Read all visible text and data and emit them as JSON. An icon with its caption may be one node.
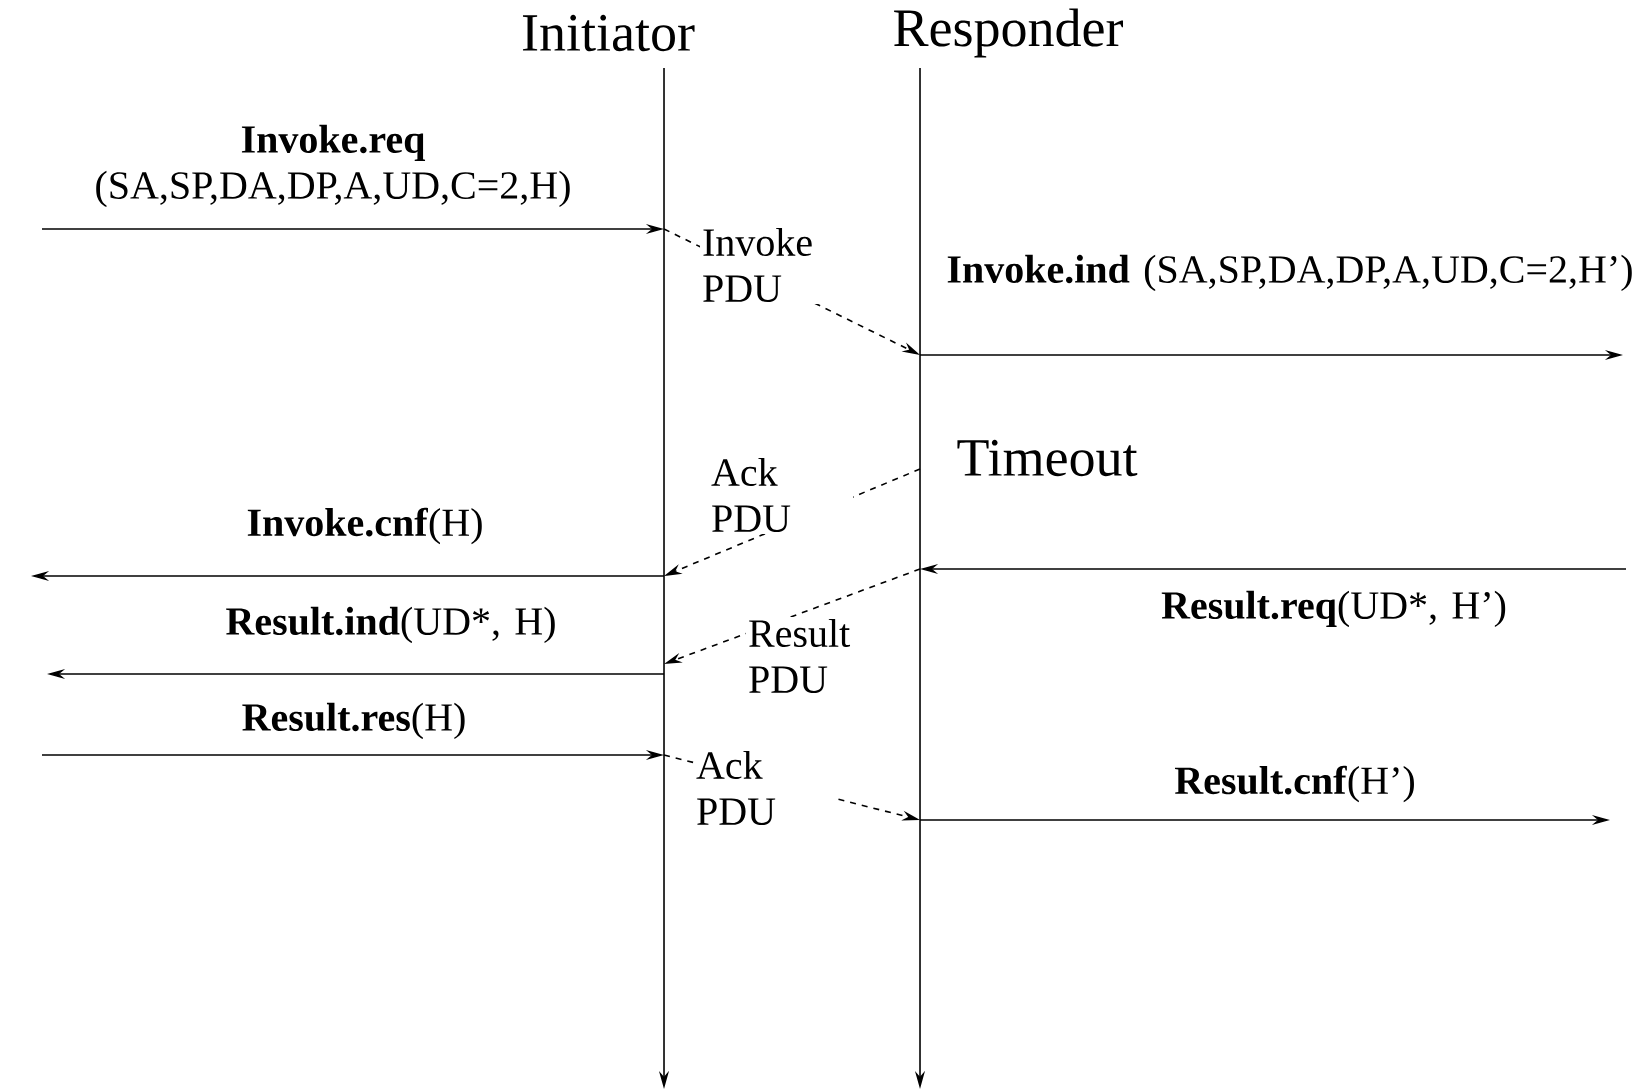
{
  "diagram": {
    "nodes": [
      {
        "text": [
          "Initiator"
        ]
      },
      {
        "text": [
          "Responder"
        ]
      }
    ],
    "edges": [
      {
        "from": null,
        "to": 0,
        "arrow": "to",
        "label": "**Invoke.req** (SA,SP,DA,DP,A,UD,C=2,H)"
      },
      {
        "from": 0,
        "to": 1,
        "arrow": "to",
        "style": "dashed",
        "label": "Invoke PDU"
      },
      {
        "from": 1,
        "to": null,
        "arrow": "to",
        "label": "**Invoke.ind** (SA,SP,DA,DP,A,UD,C=2,H’)"
      },
      {
        "from": 1,
        "to": 0,
        "arrow": "to",
        "style": "dashed",
        "label": "Ack PDU"
      },
      {
        "from": 0,
        "to": null,
        "arrow": "to",
        "label": "**Invoke.cnf**(H)"
      },
      {
        "from": null,
        "to": 1,
        "arrow": "to",
        "label": "**Result.req**(UD*, H’)"
      },
      {
        "from": 1,
        "to": 0,
        "arrow": "to",
        "style": "dashed",
        "label": "Result PDU"
      },
      {
        "from": 0,
        "to": null,
        "arrow": "to",
        "label": "**Result.ind**(UD*, H)"
      },
      {
        "from": null,
        "to": 0,
        "arrow": "to",
        "label": "**Result.res**(H)"
      },
      {
        "from": 0,
        "to": 1,
        "arrow": "to",
        "style": "dashed",
        "label": "Ack PDU"
      },
      {
        "from": 1,
        "to": null,
        "arrow": "to",
        "label": "**Result.cnf**(H’)"
      }
    ],
    "labels": [
      "Timeout"
    ]
  }
}
